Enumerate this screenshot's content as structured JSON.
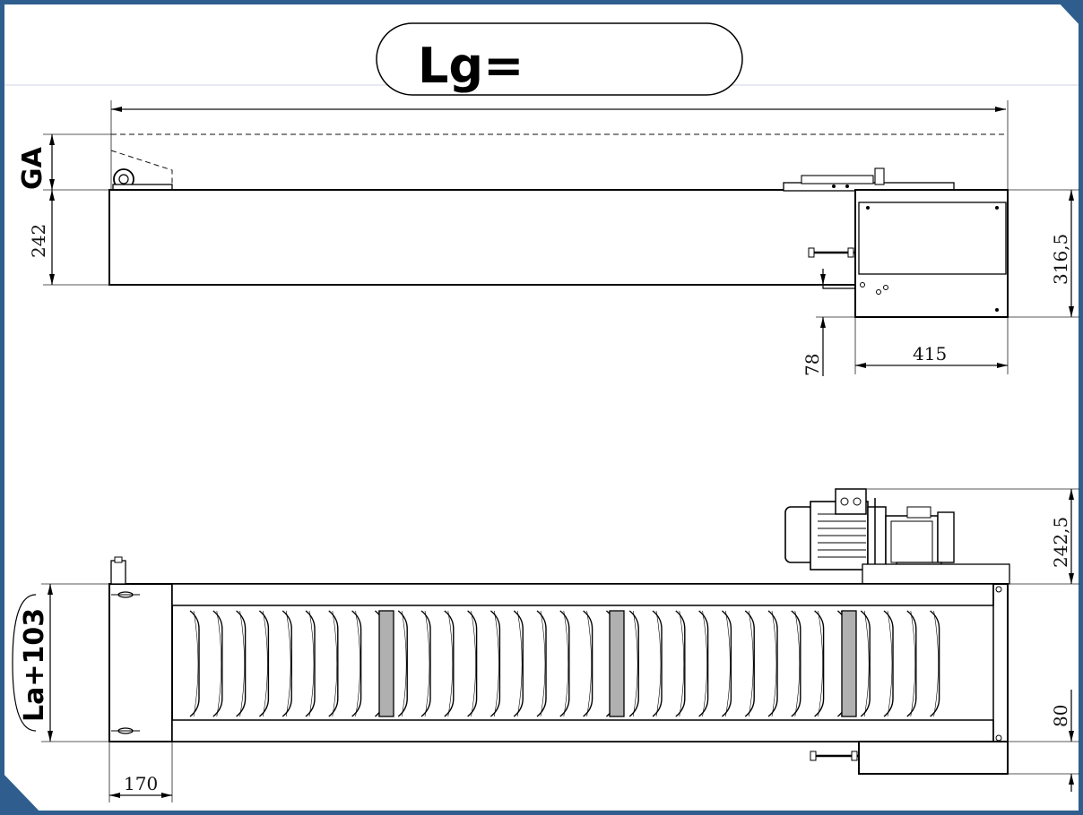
{
  "drawing": {
    "length_label": "Lg=",
    "top_view": {
      "height_label": "GA",
      "dim_body_height": "242",
      "dim_motor_height": "316,5",
      "dim_bottom_drop": "78",
      "dim_motor_length": "415"
    },
    "plan_view": {
      "width_label": "La+103",
      "dim_motor_width": "242,5",
      "dim_edge": "80",
      "dim_end_plate": "170"
    },
    "colors": {
      "background": "#2f5e8e",
      "paper": "#ffffff",
      "ink": "#000000",
      "cleat": "#b0b0b0"
    }
  }
}
